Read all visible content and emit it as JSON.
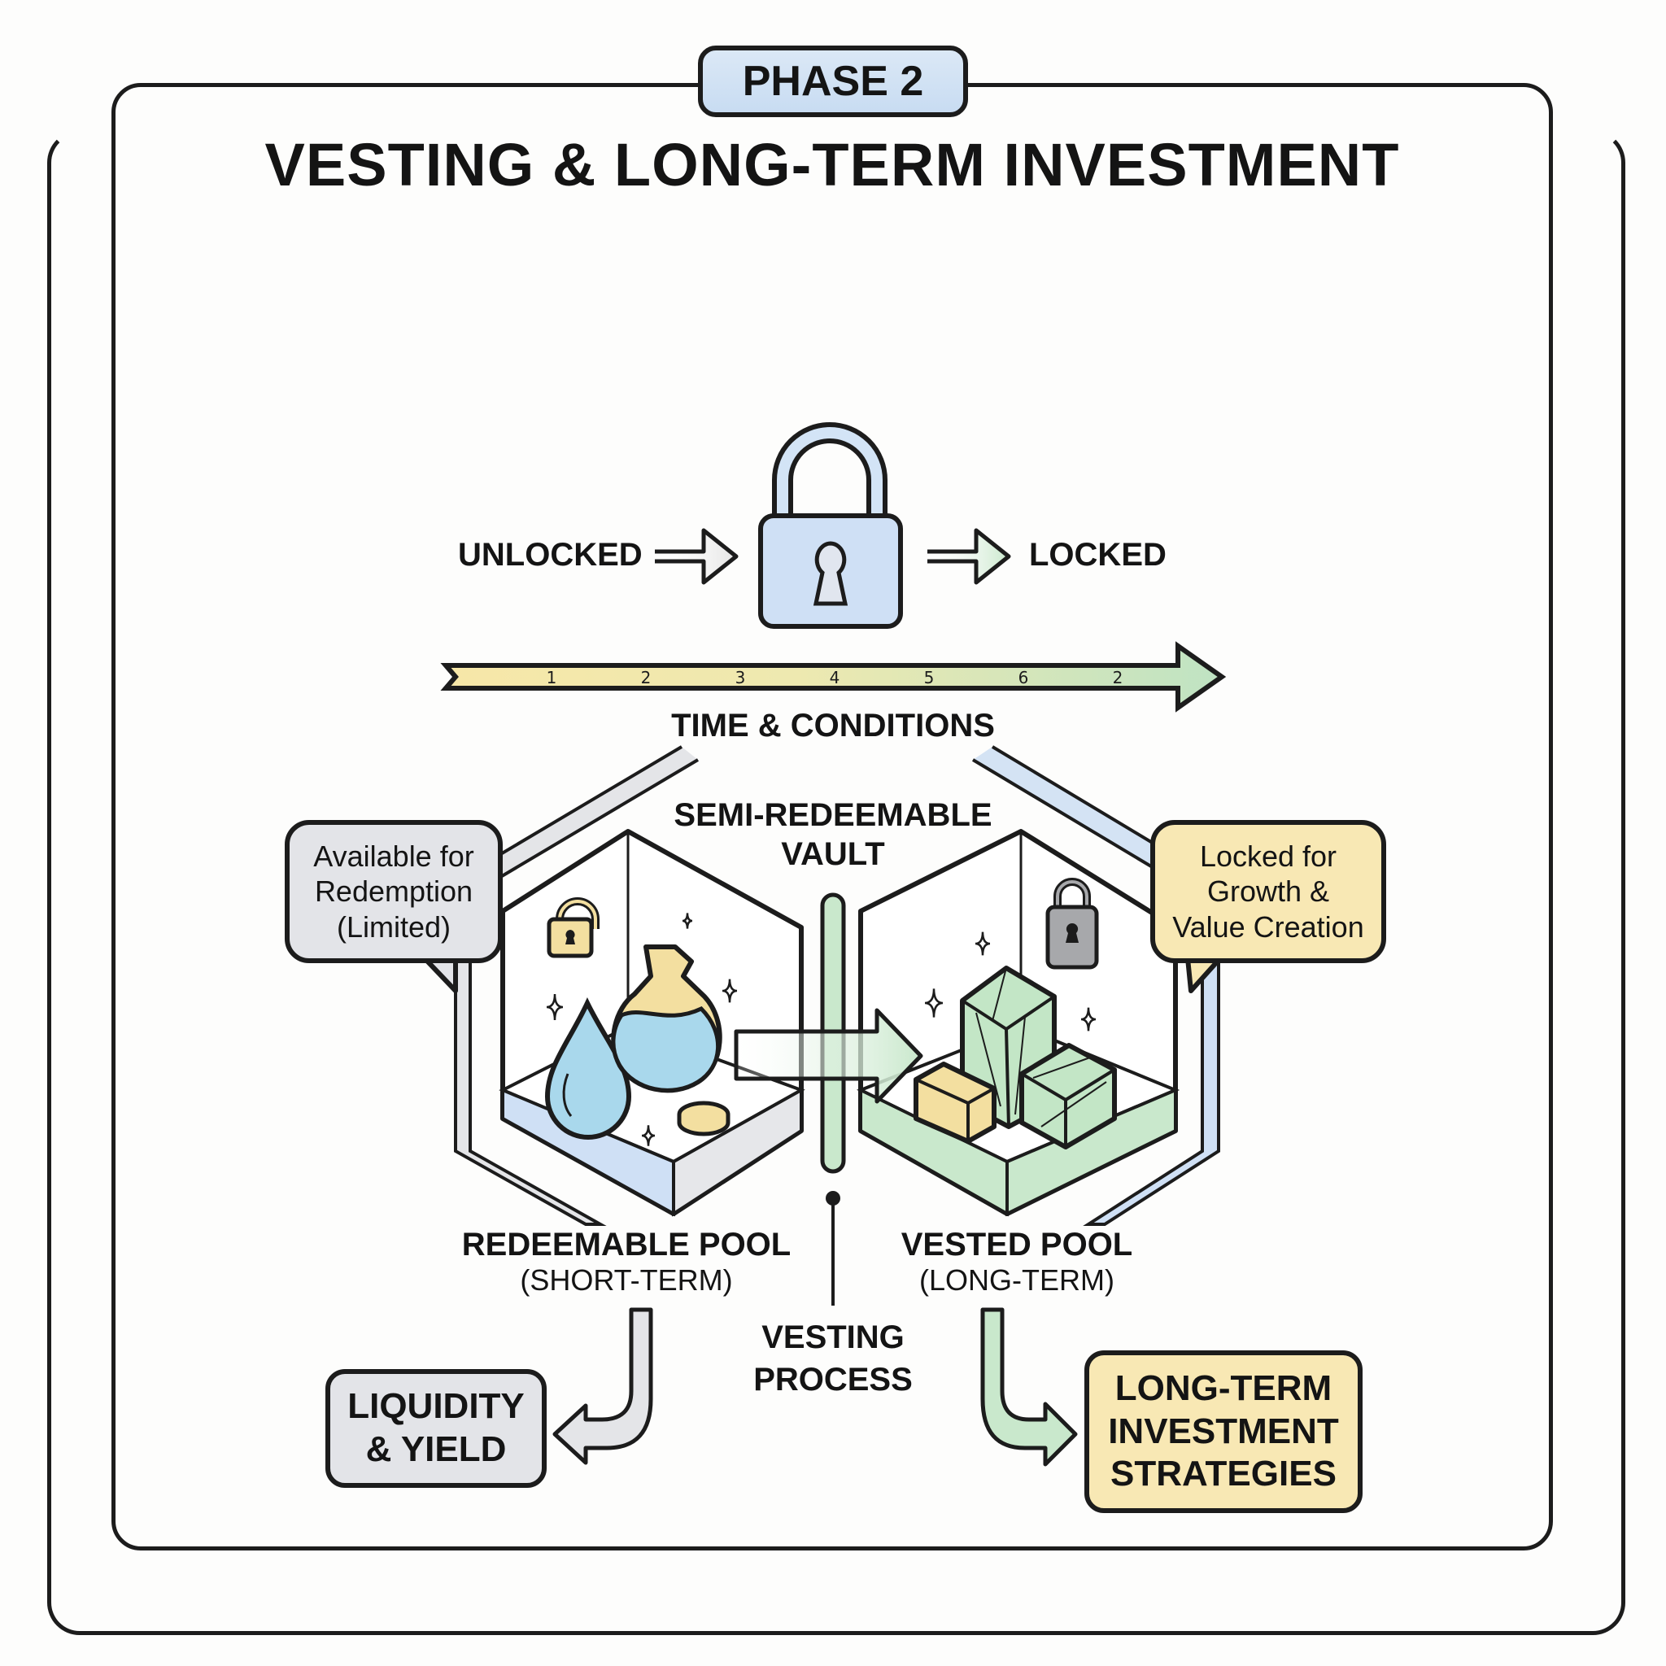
{
  "header": {
    "phase_badge": "PHASE 2",
    "title": "VESTING & LONG-TERM INVESTMENT"
  },
  "lock_row": {
    "left_label": "UNLOCKED",
    "right_label": "LOCKED",
    "center_icon": "padlock-icon"
  },
  "timeline": {
    "ticks": [
      "1",
      "2",
      "3",
      "4",
      "5",
      "6",
      "2"
    ],
    "label": "TIME & CONDITIONS",
    "colors": {
      "start": "#f7e7a8",
      "end": "#bfe3c3"
    }
  },
  "vault": {
    "title_line1": "SEMI-REDEEMABLE",
    "title_line2": "VAULT",
    "left_pool": {
      "name": "REDEEMABLE POOL",
      "term": "(SHORT-TERM)",
      "icons": [
        "unlocked-padlock-icon",
        "water-drop-icon",
        "flask-icon",
        "coin-icon",
        "sparkle-icon"
      ],
      "callout": "Available for\nRedemption\n(Limited)",
      "accent": "#cfe0f5"
    },
    "right_pool": {
      "name": "VESTED POOL",
      "term": "(LONG-TERM)",
      "icons": [
        "locked-padlock-icon",
        "crystal-icon",
        "gem-block-icon",
        "sparkle-icon"
      ],
      "callout": "Locked for\nGrowth &\nValue Creation",
      "accent": "#c9e8cc"
    },
    "divider_label_line1": "VESTING",
    "divider_label_line2": "PROCESS"
  },
  "outcomes": {
    "left": "LIQUIDITY\n& YIELD",
    "right": "LONG-TERM\nINVESTMENT\nSTRATEGIES"
  },
  "palette": {
    "blue": "#cfe0f5",
    "green": "#c9e8cc",
    "yellow": "#f8e8b4",
    "gray": "#e3e4e8",
    "ink": "#1c1c1c"
  }
}
